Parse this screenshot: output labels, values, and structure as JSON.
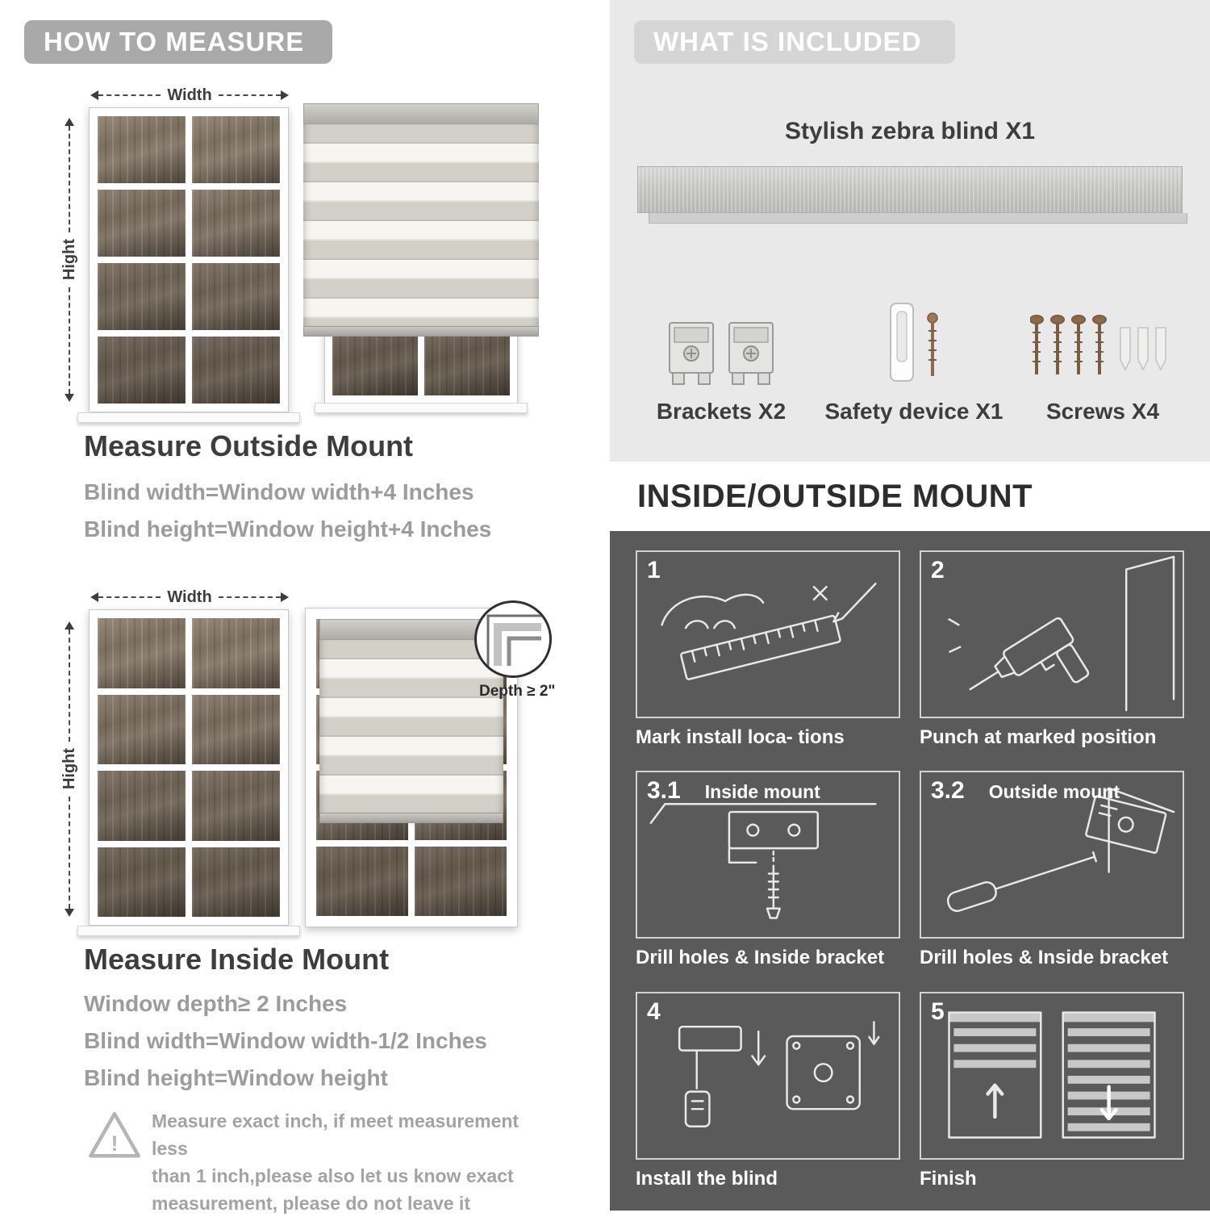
{
  "colors": {
    "left_banner_bg": "#a9a9a9",
    "right_banner_bg": "#d5d5d5",
    "right_top_bg": "#e9e9e9",
    "dark_panel_bg": "#5a5a5a",
    "heading_text": "#3d3d3d",
    "gray_text": "#9c9c9c"
  },
  "left": {
    "banner": "HOW TO MEASURE",
    "outside": {
      "width_label": "Width",
      "height_label": "Hight",
      "title": "Measure Outside Mount",
      "rule1": "Blind width=Window width+4 Inches",
      "rule2": "Blind height=Window height+4 Inches"
    },
    "inside": {
      "width_label": "Width",
      "height_label": "Hight",
      "depth_label": "Depth ≥ 2\"",
      "title": "Measure Inside Mount",
      "rule1": "Window depth≥ 2 Inches",
      "rule2": "Blind width=Window width-1/2 Inches",
      "rule3": "Blind height=Window height"
    },
    "note": {
      "line1": "Measure exact inch, if meet measurement less",
      "line2": "than 1 inch,please also let us know exact",
      "line3": "measurement, please do not leave it"
    }
  },
  "right": {
    "included": {
      "banner": "WHAT IS INCLUDED",
      "product_label": "Stylish zebra blind X1",
      "items": [
        {
          "label": "Brackets X2"
        },
        {
          "label": "Safety device X1"
        },
        {
          "label": "Screws X4"
        }
      ]
    },
    "mount": {
      "title": "INSIDE/OUTSIDE MOUNT",
      "steps": [
        {
          "num": "1",
          "tag": "",
          "caption": "Mark install loca- tions"
        },
        {
          "num": "2",
          "tag": "",
          "caption": "Punch at  marked position"
        },
        {
          "num": "3.1",
          "tag": "Inside mount",
          "caption": "Drill holes &  Inside bracket"
        },
        {
          "num": "3.2",
          "tag": "Outside mount",
          "caption": "Drill holes &  Inside bracket"
        },
        {
          "num": "4",
          "tag": "",
          "caption": "Install the blind"
        },
        {
          "num": "5",
          "tag": "",
          "caption": "Finish"
        }
      ]
    }
  }
}
